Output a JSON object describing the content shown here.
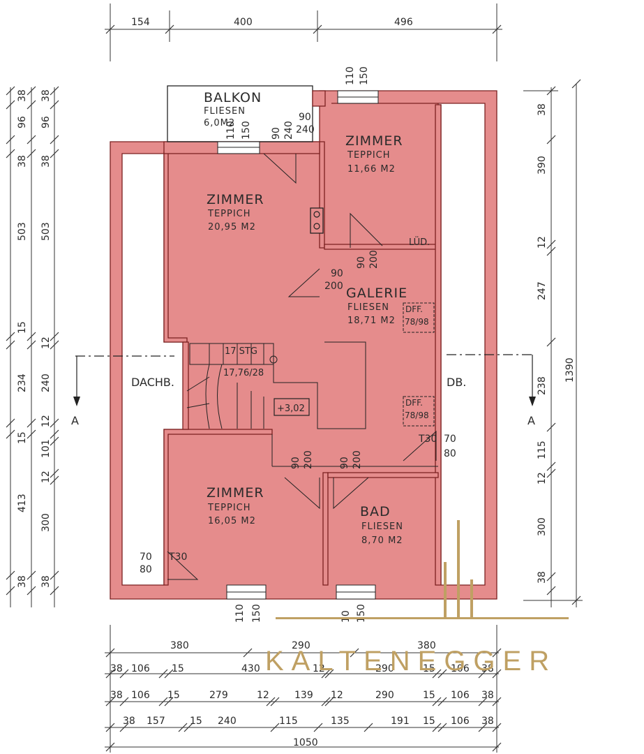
{
  "rooms": {
    "balkon": {
      "name": "BALKON",
      "material": "FLIESEN",
      "area": "6,0M2"
    },
    "zimmer1": {
      "name": "ZIMMER",
      "material": "TEPPICH",
      "area": "11,66 M2"
    },
    "zimmer2": {
      "name": "ZIMMER",
      "material": "TEPPICH",
      "area": "20,95 M2"
    },
    "galerie": {
      "name": "GALERIE",
      "material": "FLIESEN",
      "area": "18,71 M2"
    },
    "zimmer3": {
      "name": "ZIMMER",
      "material": "TEPPICH",
      "area": "16,05 M2"
    },
    "bad": {
      "name": "BAD",
      "material": "FLIESEN",
      "area": "8,70 M2"
    },
    "dachb_left": "DACHB.",
    "dachb_right": "DB."
  },
  "labels": {
    "lud": "LÜD.",
    "stairs": "17 STG",
    "stairs_ratio": "17,76/28",
    "level": "+3,02",
    "section_a": "A",
    "dff": "DFF.",
    "dff_dim": "78/98",
    "t30": "T30"
  },
  "dims_top": [
    "154",
    "400",
    "496"
  ],
  "dims_left_outer": [
    "38",
    "96",
    "38",
    "503",
    "15",
    "234",
    "15",
    "413",
    "38"
  ],
  "dims_left_inner": [
    "38",
    "96",
    "38",
    "503",
    "12",
    "240",
    "12",
    "101",
    "12",
    "300",
    "38"
  ],
  "dims_right_inner": [
    "38",
    "390",
    "12",
    "247",
    "238",
    "115",
    "12",
    "300",
    "38"
  ],
  "dims_right_outer": [
    "1390"
  ],
  "dims_bottom_row1": [
    "380",
    "290",
    "380"
  ],
  "dims_bottom_row2": [
    "38",
    "106",
    "15",
    "430",
    "12",
    "290",
    "15",
    "106",
    "38"
  ],
  "dims_bottom_row3": [
    "38",
    "106",
    "15",
    "279",
    "12",
    "139",
    "12",
    "290",
    "15",
    "106",
    "38"
  ],
  "dims_bottom_row4": [
    "38",
    "157",
    "15",
    "240",
    "115",
    "135",
    "191",
    "15",
    "106",
    "38"
  ],
  "dims_bottom_total": "1050",
  "openings": {
    "w110": "110",
    "w150": "150",
    "w90": "90",
    "w240": "240",
    "w200": "200",
    "w70": "70",
    "w80": "80",
    "w10": "10"
  },
  "brand": "KALTENEGGER",
  "colors": {
    "wall": "#e58c8c",
    "brand": "#bfa063"
  }
}
